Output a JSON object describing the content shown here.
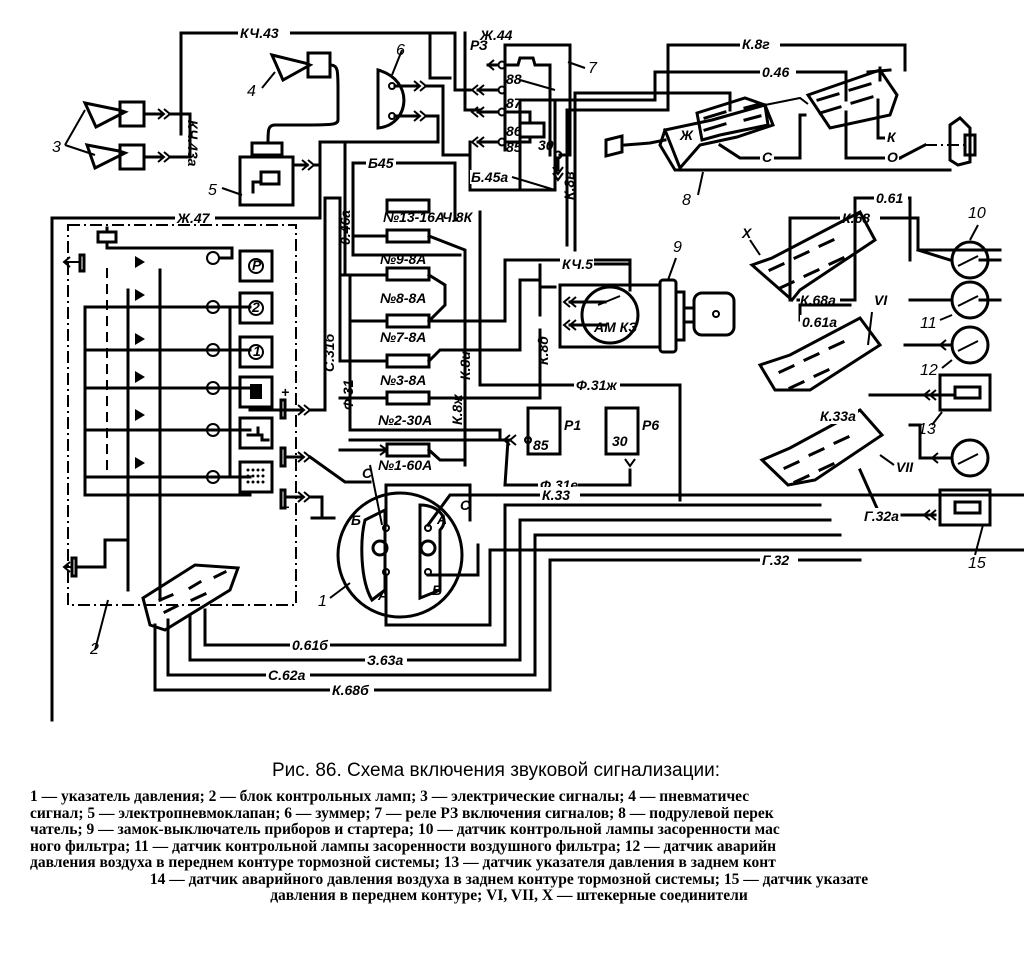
{
  "figure": {
    "title": "Рис. 86. Схема включения звуковой сигнализации:",
    "legend_lines": [
      "1 — указатель давления; 2 — блок контрольных ламп; 3 — электрические сигналы; 4 — пневматичес",
      "сигнал; 5 — электропневмоклапан; 6 — зуммер; 7 — реле РЗ включения сигналов; 8 — подрулевой перек",
      "чатель; 9 — замок-выключатель приборов и стартера; 10 — датчик контрольной лампы засоренности мас",
      "ного фильтра; 11 — датчик контрольной лампы засоренности воздушного фильтра; 12 — датчик аварийн",
      "давления воздуха в переднем контуре тормозной системы; 13 — датчик указателя давления в заднем конт",
      "14 — датчик аварийного давления воздуха в заднем контуре тормозной системы; 15 — датчик указате",
      "давления в переднем контуре; VI, VII, X — штекерные соединители"
    ]
  },
  "components": {
    "n1": "1",
    "n2": "2",
    "n3": "3",
    "n4": "4",
    "n5": "5",
    "n6": "6",
    "n7": "7",
    "n8": "8",
    "n9": "9",
    "n10": "10",
    "n11": "11",
    "n12": "12",
    "n13": "13",
    "n15": "15",
    "conn_X": "X",
    "conn_VI": "VI",
    "conn_VII": "VII"
  },
  "wires": {
    "kch43": "КЧ.43",
    "kch43a": "КЧ.43а",
    "zh44": "Ж.44",
    "zh47": "Ж.47",
    "k8g": "К.8г",
    "o46": "0.46",
    "b45": "Б45",
    "b45a": "Б.45а",
    "k8v": "К.8в",
    "o46a": "0.46а",
    "ch8k": "Ч.8К",
    "kch5": "КЧ.5",
    "k68": "К.68",
    "o61": "0.61",
    "k68a": "К.68а",
    "o61a": "0.61а",
    "c31b": "С.31б",
    "f31": "Ф.31",
    "k8i": "К.8и",
    "k8d": "К.8д",
    "k8zh": "К.8ж",
    "f31zh": "Ф.31ж",
    "f31e": "Ф.31е",
    "k33": "К.33",
    "k33a": "К.33а",
    "g32": "Г.32",
    "g32a": "Г.32а",
    "o61b": "0.61б",
    "z63a": "З.63а",
    "c62a": "С.62а",
    "k68b": "К.68б"
  },
  "fuses": [
    "№13-16А",
    "№9-8А",
    "№8-8А",
    "№7-8А",
    "№3-8А",
    "№2-30А",
    "№1-60А"
  ],
  "relay_terminals": {
    "r3": "РЗ",
    "t88": "88",
    "t87": "87",
    "t86": "86",
    "t85": "85",
    "t30": "30"
  },
  "relays": {
    "p1": "Р1",
    "p6": "Р6",
    "p1_term": "85",
    "p6_term": "30"
  },
  "switch8_terms": {
    "zh": "Ж",
    "c": "С",
    "k": "К",
    "o": "О"
  },
  "ignition_terms": "АМ КЗ",
  "gauge_terms": {
    "b": "Б",
    "a": "А",
    "c": "С",
    "plus": "+",
    "minus": "−"
  },
  "warning_icons": [
    "brake-P-icon",
    "circuit-2-icon",
    "circuit-1-icon",
    "oil-filter-icon",
    "water-tap-icon",
    "air-filter-icon"
  ]
}
